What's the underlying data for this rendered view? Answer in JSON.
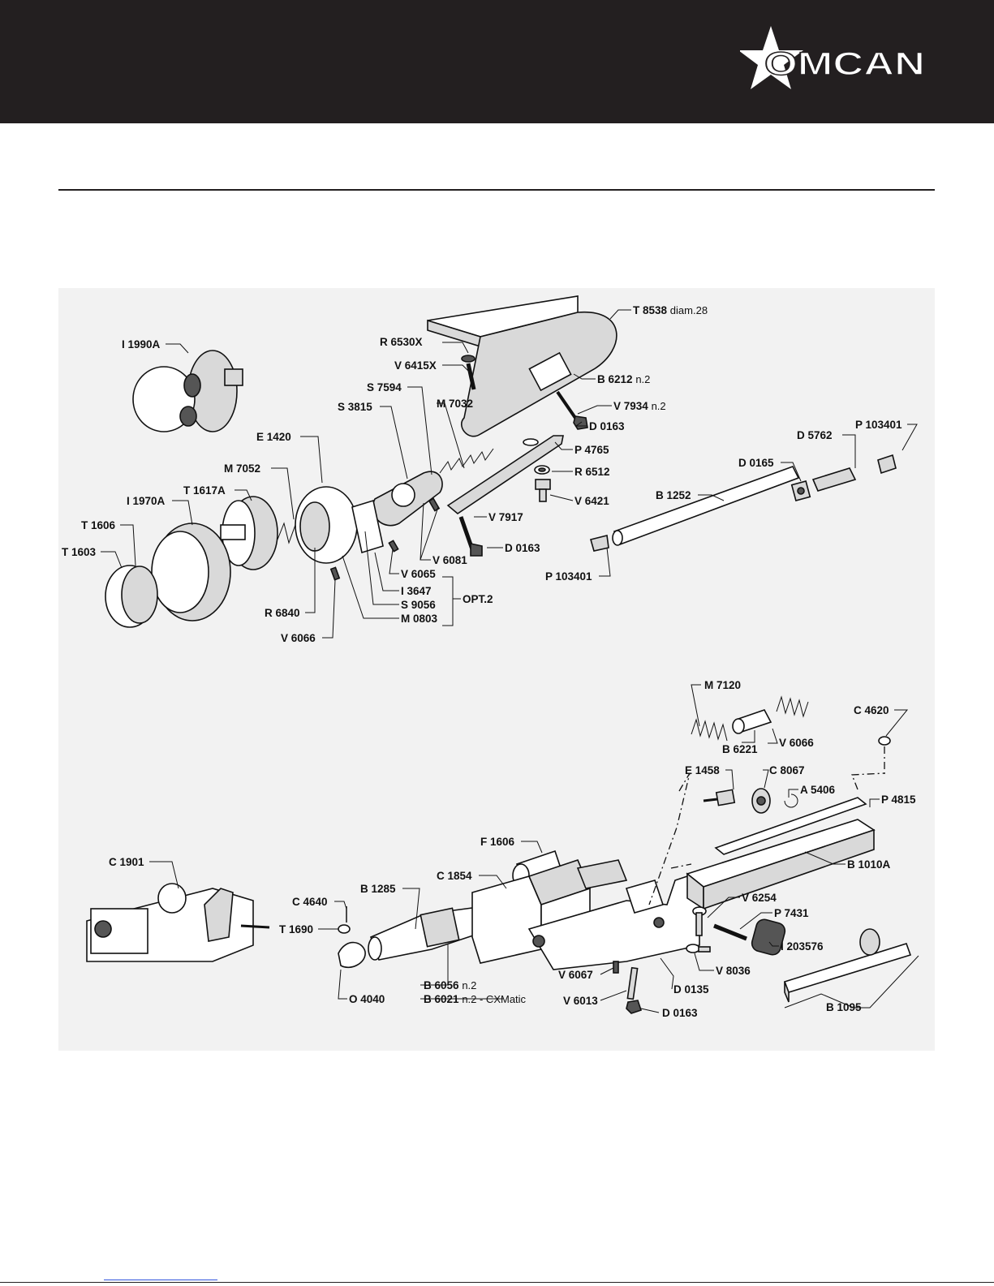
{
  "brand": {
    "logo_text": "OMCAN",
    "colors": {
      "header_bg": "#231f20",
      "logo_fg": "#ffffff",
      "diagram_bg": "#f2f2f2"
    }
  },
  "labels": {
    "i1990a": "I 1990A",
    "r6530x": "R 6530X",
    "t8538": "T 8538",
    "t8538_sub": "diam.28",
    "v6415x": "V 6415X",
    "b6212": "B 6212",
    "b6212_sub": "n.2",
    "s7594": "S 7594",
    "m7032": "M 7032",
    "s3815": "S 3815",
    "v7934": "V 7934",
    "v7934_sub": "n.2",
    "d0163a": "D 0163",
    "e1420": "E 1420",
    "p4765": "P 4765",
    "p103401a": "P 103401",
    "d5762": "D 5762",
    "m7052": "M 7052",
    "r6512": "R 6512",
    "d0165": "D 0165",
    "t1617a": "T 1617A",
    "b1252": "B 1252",
    "i1970a": "I 1970A",
    "v6421": "V 6421",
    "v7917": "V 7917",
    "t1606": "T 1606",
    "t1603": "T 1603",
    "d0163b": "D 0163",
    "v6081": "V 6081",
    "p103401b": "P 103401",
    "v6065": "V 6065",
    "i3647": "I 3647",
    "opt2": "OPT.2",
    "s9056": "S 9056",
    "r6840": "R 6840",
    "m0803": "M 0803",
    "v6066a": "V 6066",
    "m7120": "M 7120",
    "c4620": "C 4620",
    "b6221": "B 6221",
    "v6066b": "V 6066",
    "e1458": "E 1458",
    "c8067": "C 8067",
    "a5406": "A 5406",
    "p4815": "P 4815",
    "f1606": "F 1606",
    "c1901": "C 1901",
    "b1010a": "B 1010A",
    "c1854": "C 1854",
    "b1285": "B 1285",
    "c4640": "C 4640",
    "v6254": "V 6254",
    "p7431": "P 7431",
    "t1690": "T 1690",
    "i203576": "I 203576",
    "v8036": "V 8036",
    "o4040": "O 4040",
    "b6056": "B 6056",
    "b6056_sub": "n.2",
    "b6021": "B 6021",
    "b6021_sub": "n.2 - CXMatic",
    "v6067": "V 6067",
    "d0135": "D 0135",
    "v6013": "V 6013",
    "d0163c": "D 0163",
    "b1095": "B 1095"
  }
}
